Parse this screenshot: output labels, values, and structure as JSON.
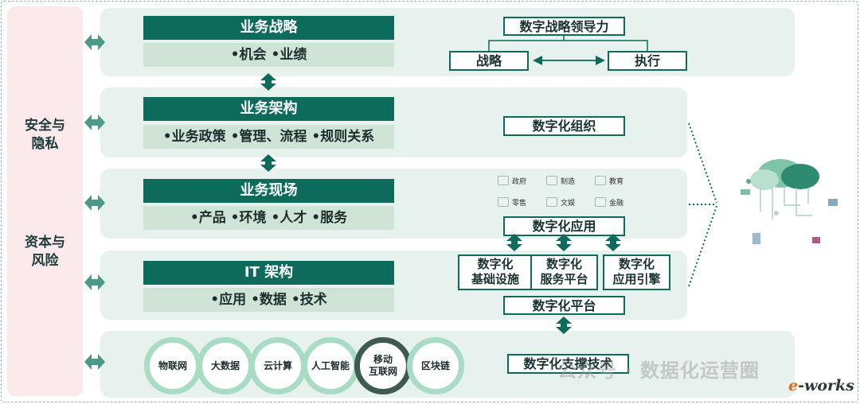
{
  "left_labels": [
    "安全与\n隐私",
    "资本与\n风险"
  ],
  "layers": [
    {
      "title": "业务战略",
      "items": "•机会 •业绩"
    },
    {
      "title": "业务架构",
      "items": "•业务政策 •管理、流程 •规则关系"
    },
    {
      "title": "业务现场",
      "items": "•产品 •环境 •人才 •服务"
    },
    {
      "title": "IT 架构",
      "items": "•应用 •数据 •技术"
    }
  ],
  "strategy": {
    "leadership": "数字战略领导力",
    "strategy": "战略",
    "execution": "执行"
  },
  "organization": "数字化组织",
  "sectors": [
    "政府",
    "制造",
    "教育",
    "零售",
    "文娱",
    "金融"
  ],
  "application": "数字化应用",
  "platforms": [
    "数字化\n基础设施",
    "数字化\n服务平台",
    "数字化\n应用引擎"
  ],
  "platform": "数字化平台",
  "tech_circles": [
    "物联网",
    "大数据",
    "云计算",
    "人工智能",
    "移动\n互联网",
    "区块链"
  ],
  "support_tech": "数字化支撑技术",
  "watermark": "公众号 · 数据化运营圈",
  "logo": "e-works",
  "colors": {
    "primary": "#0c6b5b",
    "band": "#e7f1ed",
    "left": "#fbe9ec",
    "sub": "#cfe3d6"
  }
}
